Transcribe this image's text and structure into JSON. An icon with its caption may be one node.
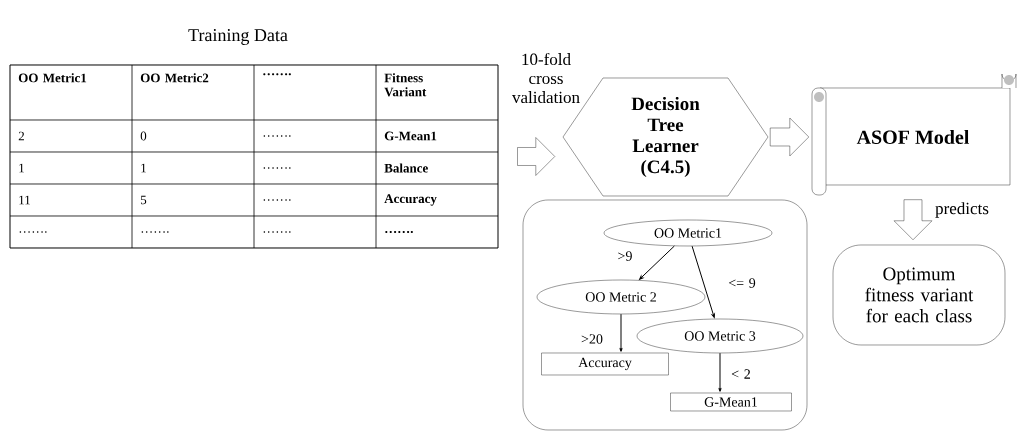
{
  "diagram": {
    "nodes": [
      {
        "text": [
          "Training Data"
        ]
      },
      {
        "text": [
          "Decision Tree Learner (C4.5)"
        ]
      },
      {
        "text": [
          "ASOF Model"
        ]
      },
      {
        "text": [
          "Optimum fitness variant for each class"
        ]
      },
      {
        "text": [],
        "shape": "box"
      },
      {
        "text": [
          "OO Metric1"
        ],
        "in": 4
      },
      {
        "text": [
          "OO Metric 2"
        ],
        "in": 4
      },
      {
        "text": [
          "OO Metric 3"
        ],
        "in": 4
      },
      {
        "text": [
          "Accuracy"
        ],
        "in": 4
      },
      {
        "text": [
          "G-Mean1"
        ],
        "in": 4
      }
    ],
    "edges": [
      {
        "from": 0,
        "to": 1,
        "arrow": "to",
        "label": "10-fold cross validation",
        "style": "thick"
      },
      {
        "from": 1,
        "to": 2,
        "arrow": "to",
        "style": "thick"
      },
      {
        "from": 2,
        "to": 3,
        "arrow": "to",
        "label": "predicts",
        "style": "thick"
      },
      {
        "from": 5,
        "to": 6,
        "arrow": "to",
        "label": ">9"
      },
      {
        "from": 5,
        "to": 7,
        "arrow": "to",
        "label": "<= 9"
      },
      {
        "from": 6,
        "to": 8,
        "arrow": "to",
        "label": ">20"
      },
      {
        "from": 7,
        "to": 9,
        "arrow": "to",
        "label": "< 2"
      }
    ],
    "labels": [
      "OO Metric1",
      "OO Metric2",
      "…….",
      "Fitness Variant",
      "2",
      "0",
      "…….",
      "G-Mean1",
      "1",
      "1",
      "…….",
      "Balance",
      "11",
      "5",
      "…….",
      "Accuracy",
      "…….",
      "…….",
      "…….",
      "……."
    ]
  }
}
